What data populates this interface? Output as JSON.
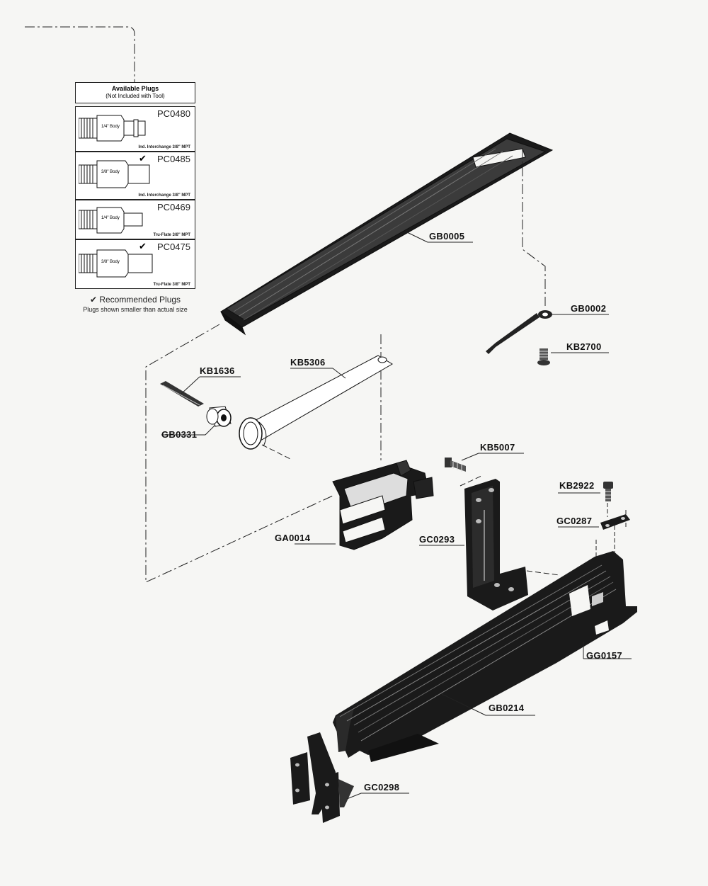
{
  "plugs_panel": {
    "title": "Available Plugs",
    "subtitle": "(Not Included with Tool)",
    "plugs": [
      {
        "code": "PC0480",
        "body": "1/4\" Body",
        "desc": "Ind. Interchange 3/8\" MPT",
        "recommended": false
      },
      {
        "code": "PC0485",
        "body": "3/8\" Body",
        "desc": "Ind. Interchange 3/8\" MPT",
        "recommended": true
      },
      {
        "code": "PC0469",
        "body": "1/4\" Body",
        "desc": "Tru-Flate 3/8\" MPT",
        "recommended": false
      },
      {
        "code": "PC0475",
        "body": "3/8\" Body",
        "desc": "Tru-Flate 3/8\" MPT",
        "recommended": true
      }
    ],
    "check_mark": "✔",
    "recommended_note": "✔ Recommended Plugs",
    "size_note": "Plugs shown smaller than actual size"
  },
  "parts": {
    "gb0005": "GB0005",
    "gb0002": "GB0002",
    "kb2700": "KB2700",
    "kb1636": "KB1636",
    "kb5306": "KB5306",
    "gb0331": "GB0331",
    "kb5007": "KB5007",
    "kb2922": "KB2922",
    "gc0287": "GC0287",
    "ga0014": "GA0014",
    "gc0293": "GC0293",
    "gg0157": "GG0157",
    "gb0214": "GB0214",
    "gc0298": "GC0298"
  },
  "colors": {
    "ink": "#111111",
    "paper": "#f6f6f4"
  }
}
